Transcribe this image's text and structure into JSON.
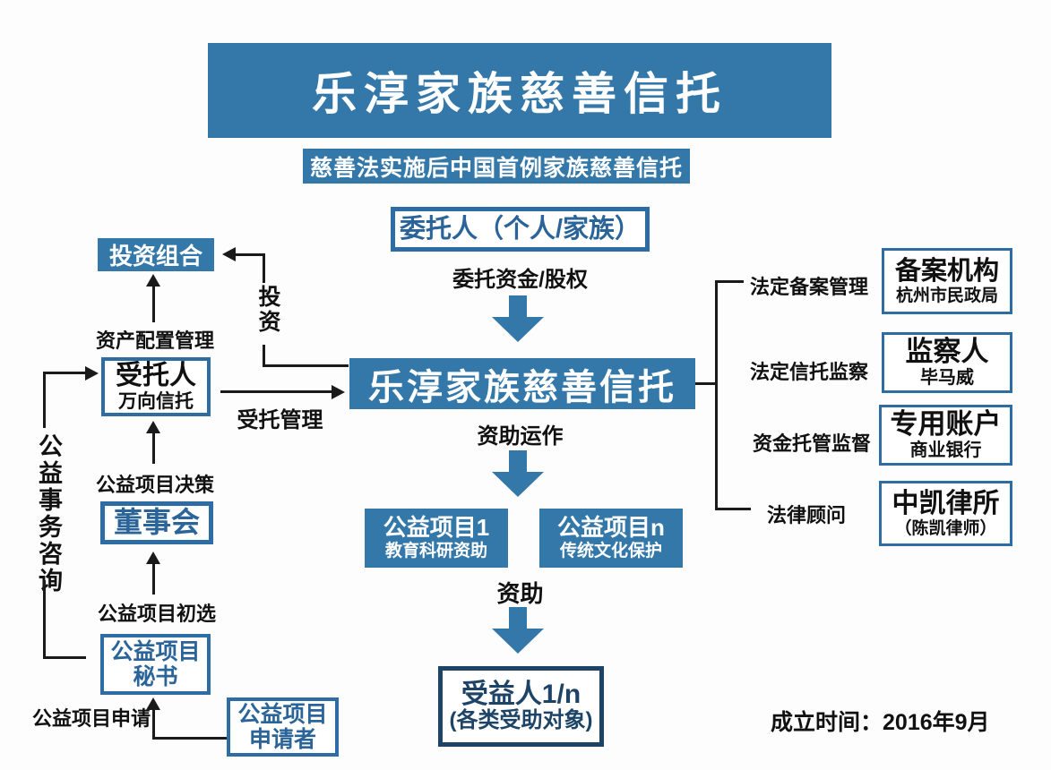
{
  "colors": {
    "accent": "#3478aa",
    "box-border": "#2d6da3",
    "box-text": "#2b6498",
    "navy": "#1d4467",
    "line": "#1a1a1a",
    "ink": "#111111"
  },
  "header": {
    "title": "乐淳家族慈善信托",
    "subtitle": "慈善法实施后中国首例家族慈善信托"
  },
  "center": {
    "settlor_label": "委托人（个人/家族）",
    "entrust_label": "委托资金/股权",
    "trust_label": "乐淳家族慈善信托",
    "operation_label": "资助运作",
    "project1": {
      "title": "公益项目1",
      "subtitle": "教育科研资助"
    },
    "projectn": {
      "title": "公益项目n",
      "subtitle": "传统文化保护"
    },
    "grant_label": "资助",
    "beneficiary": {
      "title": "受益人1/n",
      "subtitle": "(各类受助对象)"
    }
  },
  "left": {
    "portfolio_label": "投资组合",
    "invest_label": "投资",
    "asset_label": "资产配置管理",
    "trustee": {
      "title": "受托人",
      "subtitle": "万向信托"
    },
    "managed_label": "受托管理",
    "decision_label": "公益项目决策",
    "board_label": "董事会",
    "preselect_label": "公益项目初选",
    "secretary": {
      "line1": "公益项目",
      "line2": "秘书"
    },
    "apply_label": "公益项目申请",
    "applicant": {
      "line1": "公益项目",
      "line2": "申请者"
    },
    "advisory_label": "公益事务咨询"
  },
  "right": {
    "rows": [
      {
        "label": "法定备案管理",
        "title": "备案机构",
        "subtitle": "杭州市民政局"
      },
      {
        "label": "法定信托监察",
        "title": "监察人",
        "subtitle": "毕马威"
      },
      {
        "label": "资金托管监督",
        "title": "专用账户",
        "subtitle": "商业银行"
      },
      {
        "label": "法律顾问",
        "title": "中凯律所",
        "subtitle": "（陈凯律师）"
      }
    ]
  },
  "footer": {
    "established_label": "成立时间：",
    "established_value": "2016年9月"
  }
}
